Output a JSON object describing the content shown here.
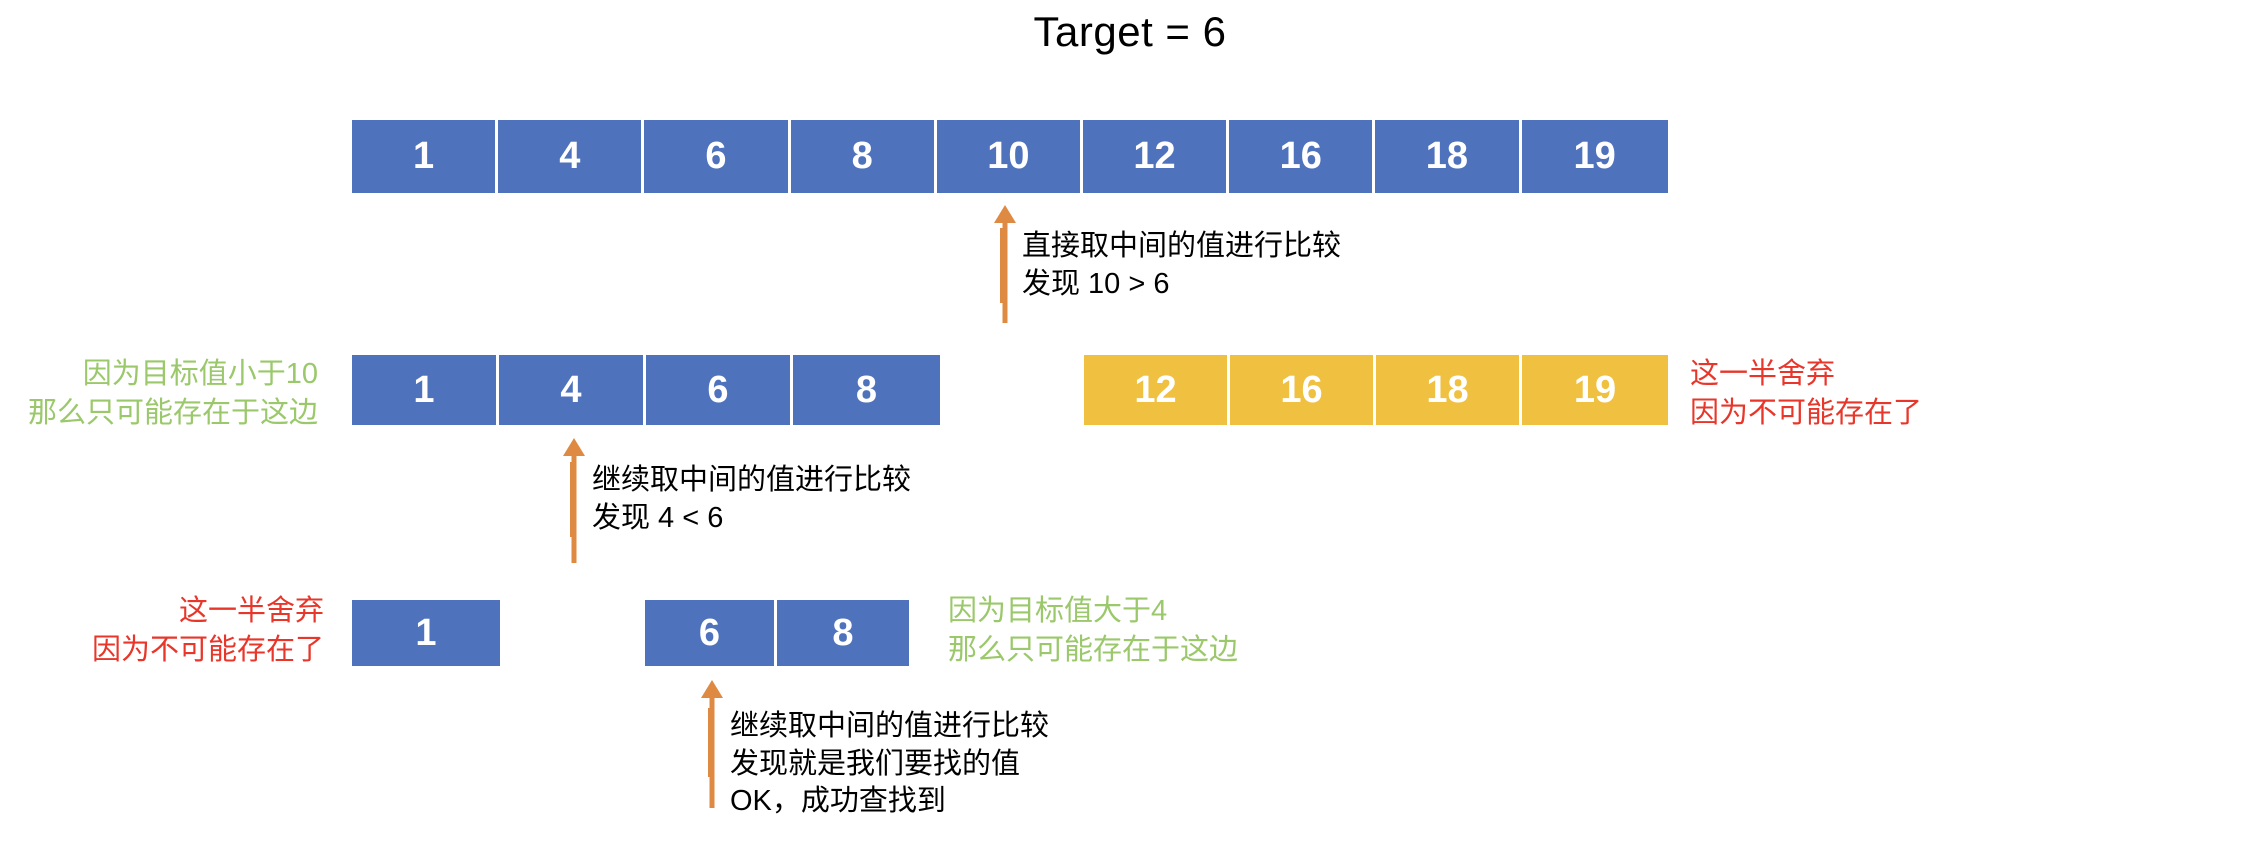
{
  "title": "Target = 6",
  "colors": {
    "blue": "#4F72BD",
    "yellow": "#F0C040",
    "green": "#9BC86B",
    "red": "#E8362A",
    "orange": "#DF8A43",
    "text": "#000000"
  },
  "chart_data": {
    "type": "table",
    "title": "Target = 6",
    "rows": [
      {
        "label": "step-1-full-array",
        "values": [
          "1",
          "4",
          "6",
          "8",
          "10",
          "12",
          "16",
          "18",
          "19"
        ],
        "colors": [
          "blue",
          "blue",
          "blue",
          "blue",
          "blue",
          "blue",
          "blue",
          "blue",
          "blue"
        ],
        "pointer_index": 4,
        "pointer_value": "10"
      },
      {
        "label": "step-2-kept-left-half",
        "values": [
          "1",
          "4",
          "6",
          "8"
        ],
        "colors": [
          "blue",
          "blue",
          "blue",
          "blue"
        ],
        "pointer_index": 1,
        "pointer_value": "4"
      },
      {
        "label": "step-2-discarded-right-half",
        "values": [
          "12",
          "16",
          "18",
          "19"
        ],
        "colors": [
          "yellow",
          "yellow",
          "yellow",
          "yellow"
        ]
      },
      {
        "label": "step-3-discarded-left",
        "values": [
          "1"
        ],
        "colors": [
          "blue"
        ]
      },
      {
        "label": "step-3-kept-right",
        "values": [
          "6",
          "8"
        ],
        "colors": [
          "blue",
          "blue"
        ],
        "pointer_index": 0,
        "pointer_value": "6"
      }
    ]
  },
  "row1": {
    "cells": [
      "1",
      "4",
      "6",
      "8",
      "10",
      "12",
      "16",
      "18",
      "19"
    ]
  },
  "row2_left": {
    "cells": [
      "1",
      "4",
      "6",
      "8"
    ]
  },
  "row2_right": {
    "cells": [
      "12",
      "16",
      "18",
      "19"
    ]
  },
  "row3_left": {
    "cells": [
      "1"
    ]
  },
  "row3_right": {
    "cells": [
      "6",
      "8"
    ]
  },
  "callouts": {
    "first": {
      "line1": "直接取中间的值进行比较",
      "line2": "发现 10 > 6"
    },
    "second": {
      "line1": "继续取中间的值进行比较",
      "line2": "发现 4 < 6"
    },
    "third": {
      "line1": "继续取中间的值进行比较",
      "line2": "发现就是我们要找的值",
      "line3": "OK，成功查找到"
    }
  },
  "labels": {
    "row2_left_green": {
      "line1": "因为目标值小于10",
      "line2": "那么只可能存在于这边"
    },
    "row2_right_red": {
      "line1": "这一半舍弃",
      "line2": "因为不可能存在了"
    },
    "row3_left_red": {
      "line1": "这一半舍弃",
      "line2": "因为不可能存在了"
    },
    "row3_right_green": {
      "line1": "因为目标值大于4",
      "line2": "那么只可能存在于这边"
    }
  }
}
